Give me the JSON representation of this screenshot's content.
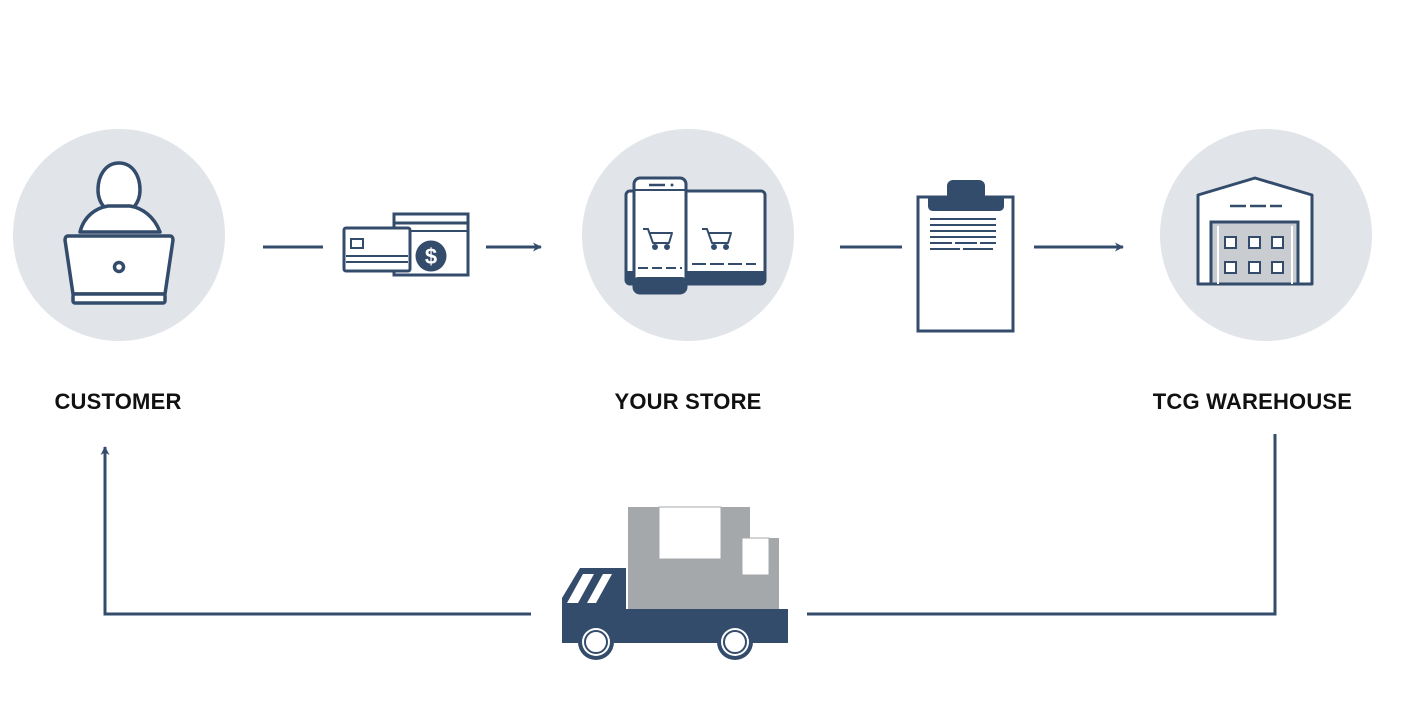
{
  "nodes": {
    "customer": {
      "label": "CUSTOMER"
    },
    "store": {
      "label": "YOUR STORE"
    },
    "warehouse": {
      "label": "TCG WAREHOUSE"
    }
  },
  "icons": {
    "customer": "person-laptop-icon",
    "payment": "credit-card-cash-icon",
    "store": "phone-tablet-cart-icon",
    "order": "clipboard-icon",
    "warehouse": "warehouse-icon",
    "delivery": "delivery-truck-icon"
  },
  "colors": {
    "primary": "#344c6c",
    "circle": "#e1e4e9",
    "truck_cargo": "#a5a8ab",
    "warehouse_door": "#c9ccd0",
    "text": "#111111",
    "background": "#ffffff"
  }
}
